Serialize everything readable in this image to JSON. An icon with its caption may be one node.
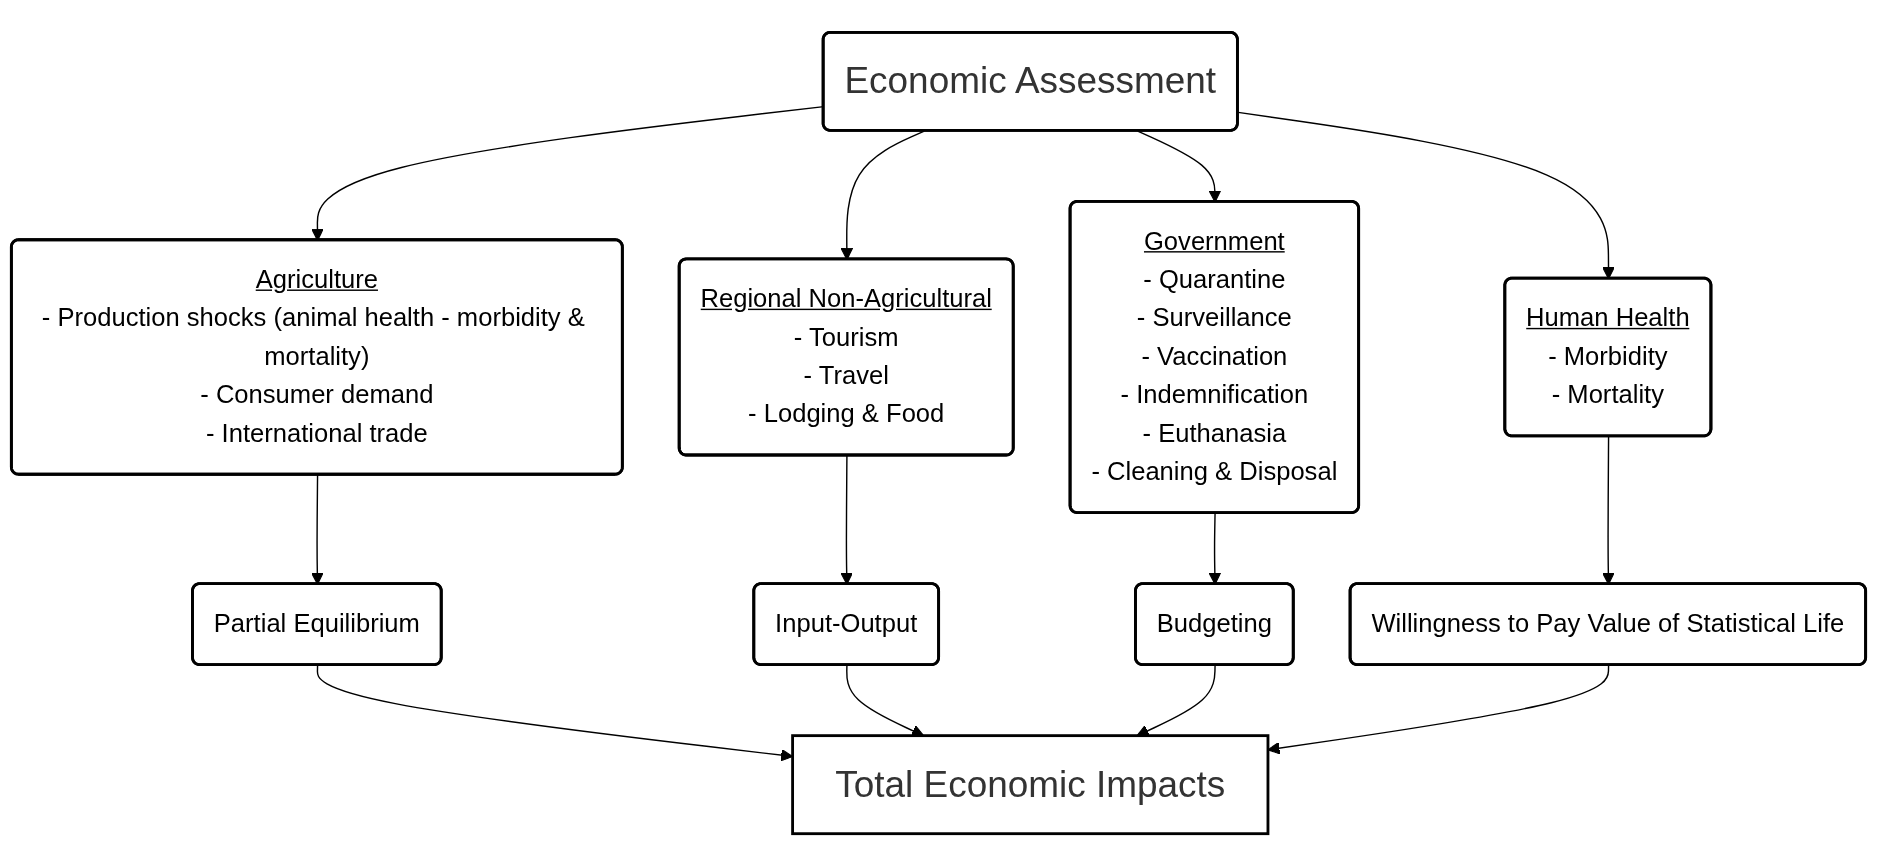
{
  "diagram": {
    "nodes": [
      {
        "text": [
          "Economic Assessment"
        ]
      },
      {
        "text": [
          "Agriculture",
          "- Production shocks (animal health - morbidity & mortality)",
          "- Consumer demand",
          "- International trade"
        ]
      },
      {
        "text": [
          "Regional Non-Agricultural",
          "- Tourism",
          "- Travel",
          "- Lodging & Food"
        ]
      },
      {
        "text": [
          "Government",
          "- Quarantine",
          "- Surveillance",
          "- Vaccination",
          "- Indemnification",
          "- Euthanasia",
          "- Cleaning & Disposal"
        ]
      },
      {
        "text": [
          "Human Health",
          "- Morbidity",
          "- Mortality"
        ]
      },
      {
        "text": [
          "Partial Equilibrium"
        ]
      },
      {
        "text": [
          "Input-Output"
        ]
      },
      {
        "text": [
          "Budgeting"
        ]
      },
      {
        "text": [
          "Willingness to Pay Value of Statistical Life"
        ]
      },
      {
        "text": [
          "Total Economic Impacts"
        ]
      }
    ],
    "edges": [
      {
        "from": 0,
        "to": 1,
        "arrow": "to"
      },
      {
        "from": 0,
        "to": 2,
        "arrow": "to"
      },
      {
        "from": 0,
        "to": 3,
        "arrow": "to"
      },
      {
        "from": 0,
        "to": 4,
        "arrow": "to"
      },
      {
        "from": 1,
        "to": 5,
        "arrow": "to"
      },
      {
        "from": 2,
        "to": 6,
        "arrow": "to"
      },
      {
        "from": 3,
        "to": 7,
        "arrow": "to"
      },
      {
        "from": 4,
        "to": 8,
        "arrow": "to"
      },
      {
        "from": 5,
        "to": 9,
        "arrow": "to"
      },
      {
        "from": 6,
        "to": 9,
        "arrow": "to"
      },
      {
        "from": 7,
        "to": 9,
        "arrow": "to"
      },
      {
        "from": 8,
        "to": 9,
        "arrow": "to"
      }
    ]
  }
}
